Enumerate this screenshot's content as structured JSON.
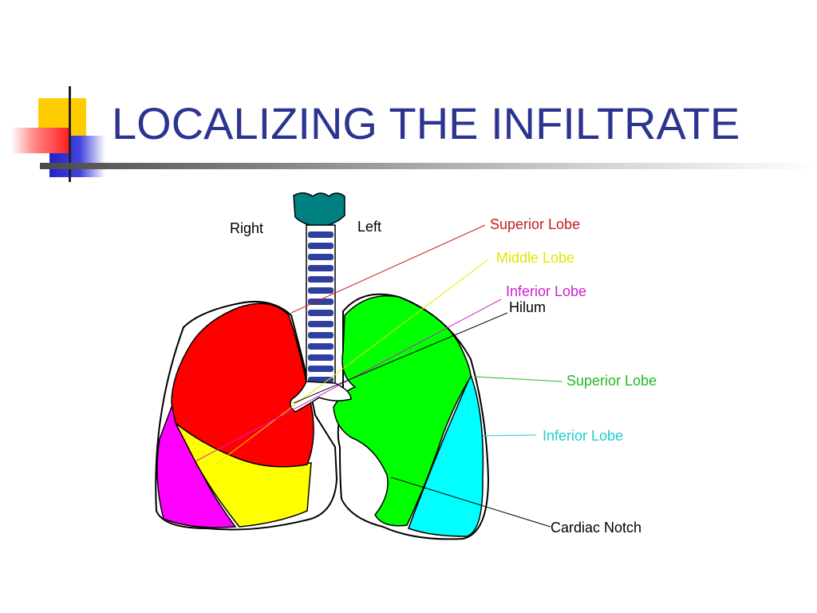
{
  "slide": {
    "title": "LOCALIZING THE INFILTRATE"
  },
  "diagram": {
    "labels": {
      "right": "Right",
      "left": "Left",
      "right_superior": "Superior Lobe",
      "right_middle": "Middle Lobe",
      "right_inferior": "Inferior Lobe",
      "hilum": "Hilum",
      "left_superior": "Superior Lobe",
      "left_inferior": "Inferior Lobe",
      "cardiac_notch": "Cardiac Notch"
    },
    "colors": {
      "title": "#2b3490",
      "right_superior": "#ff0000",
      "right_middle": "#ffff00",
      "right_inferior": "#ff00ff",
      "left_superior": "#00ff00",
      "left_inferior": "#00ffff",
      "trachea_top": "#008080",
      "trachea_rings": "#2f3f9f",
      "label_superior_right": "#c02020",
      "label_middle": "#e6e600",
      "label_inferior_right": "#cc22cc",
      "label_superior_left": "#22bb22",
      "label_inferior_left": "#22cccc"
    }
  }
}
